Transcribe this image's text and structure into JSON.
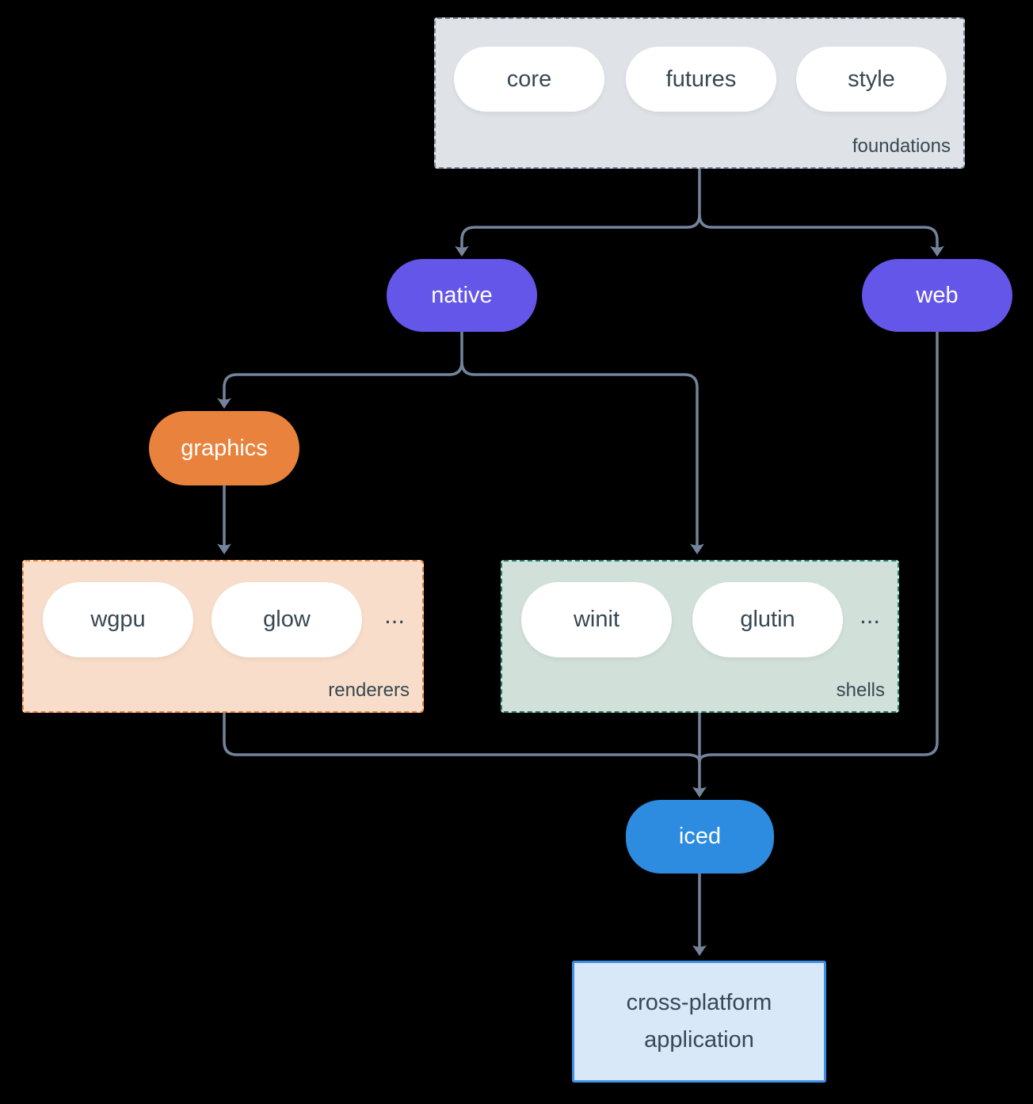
{
  "diagram": {
    "groups": {
      "foundations": {
        "label": "foundations",
        "items": [
          "core",
          "futures",
          "style"
        ]
      },
      "renderers": {
        "label": "renderers",
        "items": [
          "wgpu",
          "glow"
        ],
        "ellipsis": "..."
      },
      "shells": {
        "label": "shells",
        "items": [
          "winit",
          "glutin"
        ],
        "ellipsis": "..."
      }
    },
    "nodes": {
      "native": {
        "label": "native"
      },
      "web": {
        "label": "web"
      },
      "graphics": {
        "label": "graphics"
      },
      "iced": {
        "label": "iced"
      },
      "application": {
        "label": "cross-platform application"
      }
    },
    "edges": [
      [
        "foundations",
        "native"
      ],
      [
        "foundations",
        "web"
      ],
      [
        "native",
        "graphics"
      ],
      [
        "native",
        "shells"
      ],
      [
        "graphics",
        "renderers"
      ],
      [
        "renderers",
        "iced"
      ],
      [
        "shells",
        "iced"
      ],
      [
        "web",
        "iced"
      ],
      [
        "iced",
        "application"
      ]
    ],
    "colors": {
      "background": "#000000",
      "connector": "#73849A",
      "purple_node": "#6456E9",
      "orange_node": "#E8823D",
      "blue_node": "#2D8CE0",
      "foundations_fill": "#DFE3E8",
      "foundations_border": "#76879B",
      "renderers_fill": "#F8DECA",
      "renderers_border": "#E8823D",
      "shells_fill": "#D2E0DA",
      "shells_border": "#1F7A68",
      "app_fill": "#D8E8F9",
      "app_border": "#3D8FE6",
      "text_dark": "#374853",
      "text_light": "#FFFFFF"
    }
  }
}
